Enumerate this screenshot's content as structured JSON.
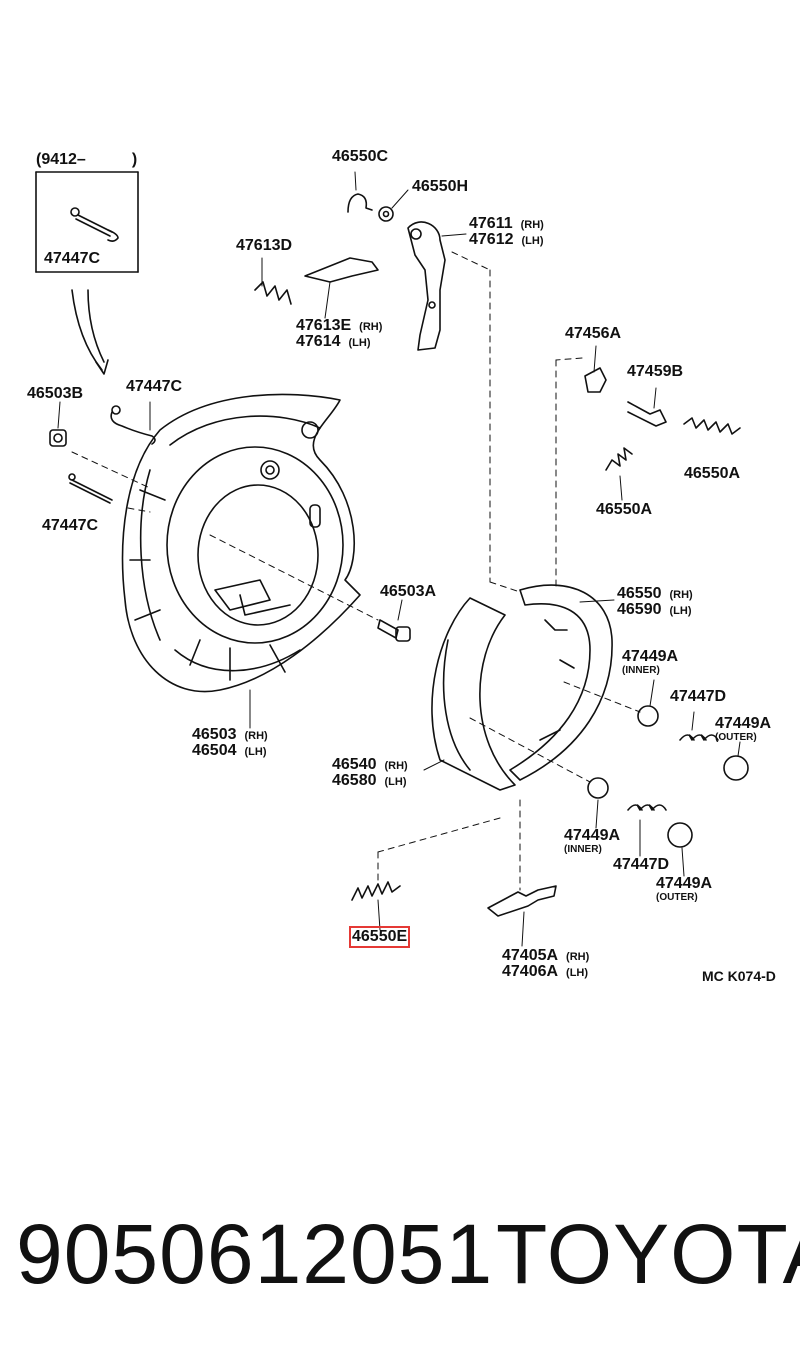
{
  "diagram": {
    "bracket_label": "(9412–",
    "bracket_close": ")",
    "inset_part": "47447C",
    "parts": {
      "p46550C": "46550C",
      "p46550H": "46550H",
      "p47611": "47611",
      "p47612": "47612",
      "p47613D": "47613D",
      "p47613E": "47613E",
      "p47614": "47614",
      "p46503B": "46503B",
      "p47447C_top": "47447C",
      "p47447C_bottom": "47447C",
      "p47456A": "47456A",
      "p47459B": "47459B",
      "p46550A_right": "46550A",
      "p46550A_lower": "46550A",
      "p46503A": "46503A",
      "p46550": "46550",
      "p46590": "46590",
      "p47449A_inner_top": "47449A",
      "p47447D_top": "47447D",
      "p47449A_outer_top": "47449A",
      "p46503": "46503",
      "p46504": "46504",
      "p46540": "46540",
      "p46580": "46580",
      "p47449A_inner_bottom": "47449A",
      "p47447D_bottom": "47447D",
      "p47449A_outer_bottom": "47449A",
      "p46550E": "46550E",
      "p47405A": "47405A",
      "p47406A": "47406A"
    },
    "tags": {
      "rh": "(RH)",
      "lh": "(LH)",
      "inner": "(INNER)",
      "outer": "(OUTER)"
    },
    "diagram_code": "MC K074-D",
    "highlighted_part": "46550E"
  },
  "footer": {
    "part_number": "9050612051",
    "brand": "TOYOTA"
  }
}
